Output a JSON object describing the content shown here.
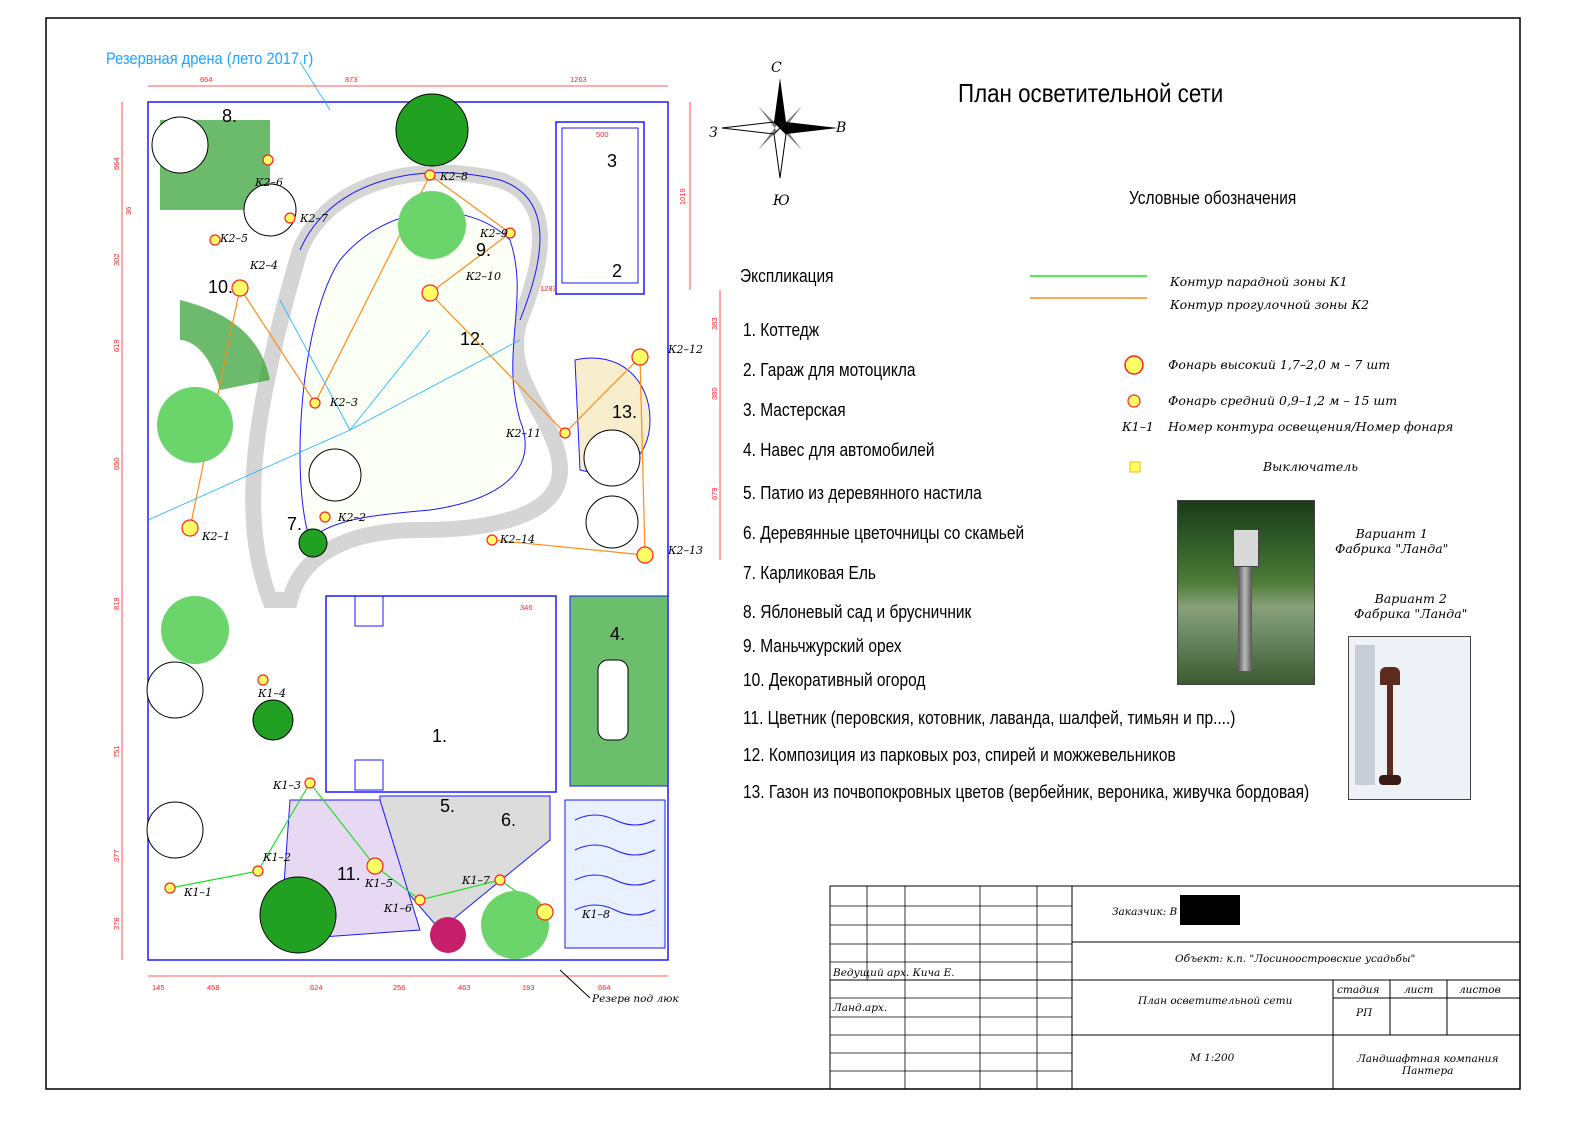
{
  "title": "План осветительной сети",
  "reserve_drain": "Резервная дрена  (лето 2017 г)",
  "reserve_hatch": "Резерв под люк",
  "compass": {
    "n": "С",
    "s": "Ю",
    "w": "З",
    "e": "В"
  },
  "legend": {
    "title": "Условные обозначения",
    "items": [
      {
        "label": "Контур парадной зоны    К1",
        "color": "#22dd22"
      },
      {
        "label": "Контур прогулочной зоны   К2",
        "color": "#ff8c1a"
      },
      {
        "label": "Фонарь высокий 1,7–2,0 м    –   7 шт"
      },
      {
        "label": "Фонарь средний 0,9–1,2 м   –  15 шт"
      },
      {
        "label": "Номер контура освещения/Номер фонаря",
        "code": "К1–1"
      },
      {
        "label": "Выключатель"
      }
    ]
  },
  "explication": {
    "title": "Экспликация",
    "items": [
      "1.  Коттедж",
      "2. Гараж для мотоцикла",
      "3.  Мастерская",
      "4.  Навес для автомобилей",
      "5.  Патио из деревянного настила",
      "6.  Деревянные цветочницы со скамьей",
      "7.  Карликовая Ель",
      "8.  Яблоневый сад и брусничник",
      "9.  Маньчжурский орех",
      "10.  Декоративный огород",
      "11.  Цветник (перовския, котовник, лаванда, шалфей, тимьян и пр....)",
      "12.  Композиция из  парковых роз, спирей и можжевельников",
      "13.  Газон из почвопокровных цветов (вербейник, вероника, живучка бордовая)"
    ]
  },
  "variants": [
    "Вариант 1\nФабрика \"Ланда\"",
    "Вариант 2\nФабрика \"Ланда\""
  ],
  "title_block": {
    "customer": "Заказчик: В",
    "object": "Объект:  к.п.  \"Лосиноостровские  усадьбы\"",
    "lead": "Ведущий арх. Кича Е.",
    "landarch": "Ланд.арх.",
    "drawing": "План осветительной сети",
    "stage_h": "стадия",
    "sheet_h": "лист",
    "sheets_h": "листов",
    "stage": "РП",
    "scale": "М 1:200",
    "company": "Ландшафтная компания\nПантера"
  },
  "plan": {
    "zones": [
      "1.",
      "2",
      "3",
      "4.",
      "5.",
      "6.",
      "7.",
      "8.",
      "9.",
      "10.",
      "11.",
      "12.",
      "13."
    ],
    "lamps_k2": [
      "К2–1",
      "К2–2",
      "К2–3",
      "К2–4",
      "К2–5",
      "К2–6",
      "К2–7",
      "К2–8",
      "К2–9",
      "К2–10",
      "К2–11",
      "К2–12",
      "К2–13",
      "К2–14"
    ],
    "lamps_k1": [
      "К1–1",
      "К1–2",
      "К1–3",
      "К1–4",
      "К1–5",
      "К1–6",
      "К1–7",
      "К1–8"
    ],
    "dims_top": [
      "664",
      "873",
      "1263"
    ],
    "dims_bottom": [
      "145",
      "458",
      "624",
      "256",
      "463",
      "193",
      "664"
    ],
    "dims_left": [
      "664",
      "36",
      "302",
      "619",
      "650",
      "819",
      "751",
      "377",
      "376"
    ],
    "dims_right": [
      "1019",
      "383",
      "380",
      "679"
    ],
    "dims_inner": [
      "500",
      "1283",
      "346"
    ]
  }
}
